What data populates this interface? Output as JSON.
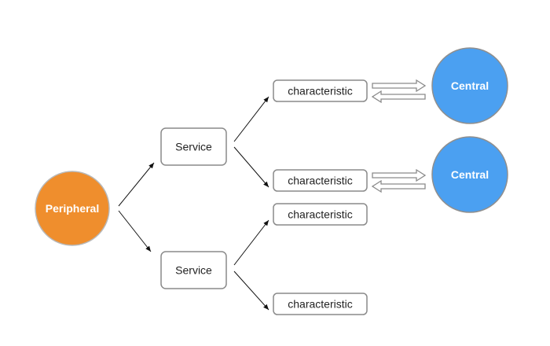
{
  "colors": {
    "peripheral": "#ef8e2d",
    "peripheral_stroke": "#b8b8b8",
    "central": "#4ba0f1",
    "central_stroke": "#8f8f8f",
    "box_stroke": "#8a8a8a",
    "arrow_stroke": "#8a8a8a",
    "edge": "#111111"
  },
  "peripheral": {
    "label": "Peripheral"
  },
  "services": [
    {
      "label": "Service"
    },
    {
      "label": "Service"
    }
  ],
  "characteristics": [
    {
      "label": "characteristic"
    },
    {
      "label": "characteristic"
    },
    {
      "label": "characteristic"
    },
    {
      "label": "characteristic"
    }
  ],
  "centrals": [
    {
      "label": "Central"
    },
    {
      "label": "Central"
    }
  ]
}
